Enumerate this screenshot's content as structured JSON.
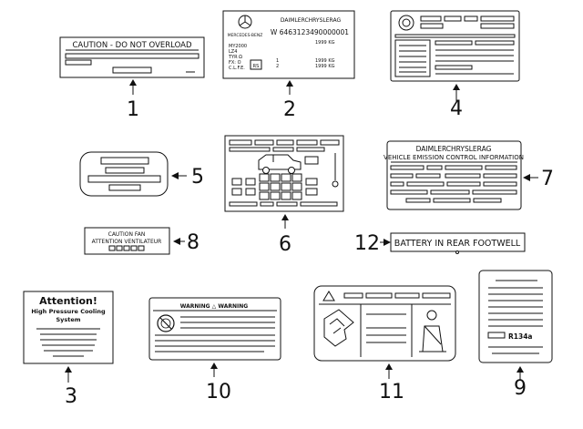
{
  "callouts": [
    "1",
    "2",
    "3",
    "4",
    "5",
    "6",
    "7",
    "8",
    "9",
    "10",
    "11",
    "12"
  ],
  "label_1": {
    "title": "CAUTION - DO NOT OVERLOAD"
  },
  "label_2": {
    "brand": "MERCEDES-BENZ",
    "maker": "DAIMLERCHRYSLERAG",
    "vin": "W 6463123490000001",
    "weight_total": "1999 KG",
    "row_labels": [
      "MY2000",
      "LZ4",
      "TYR Ω",
      "FX: O",
      "C.L.F.E."
    ],
    "rs": "RS",
    "axle_1": "1",
    "axle_2": "2",
    "weight_axle_1": "1999 KG",
    "weight_axle_2": "1999 KG"
  },
  "label_3": {
    "line1": "Attention!",
    "line2": "High Pressure Cooling",
    "line3": "System"
  },
  "label_7": {
    "line1": "DAIMLERCHRYSLERAG",
    "line2": "VEHICLE EMISSION CONTROL INFORMATION"
  },
  "label_8": {
    "line1": "CAUTION FAN",
    "line2": "ATTENTION VENTILATEUR"
  },
  "label_9": {
    "refrigerant": "R134a"
  },
  "label_10": {
    "header": "WARNING  △  WARNING"
  },
  "label_12": {
    "text": "BATTERY IN REAR FOOTWELL"
  }
}
